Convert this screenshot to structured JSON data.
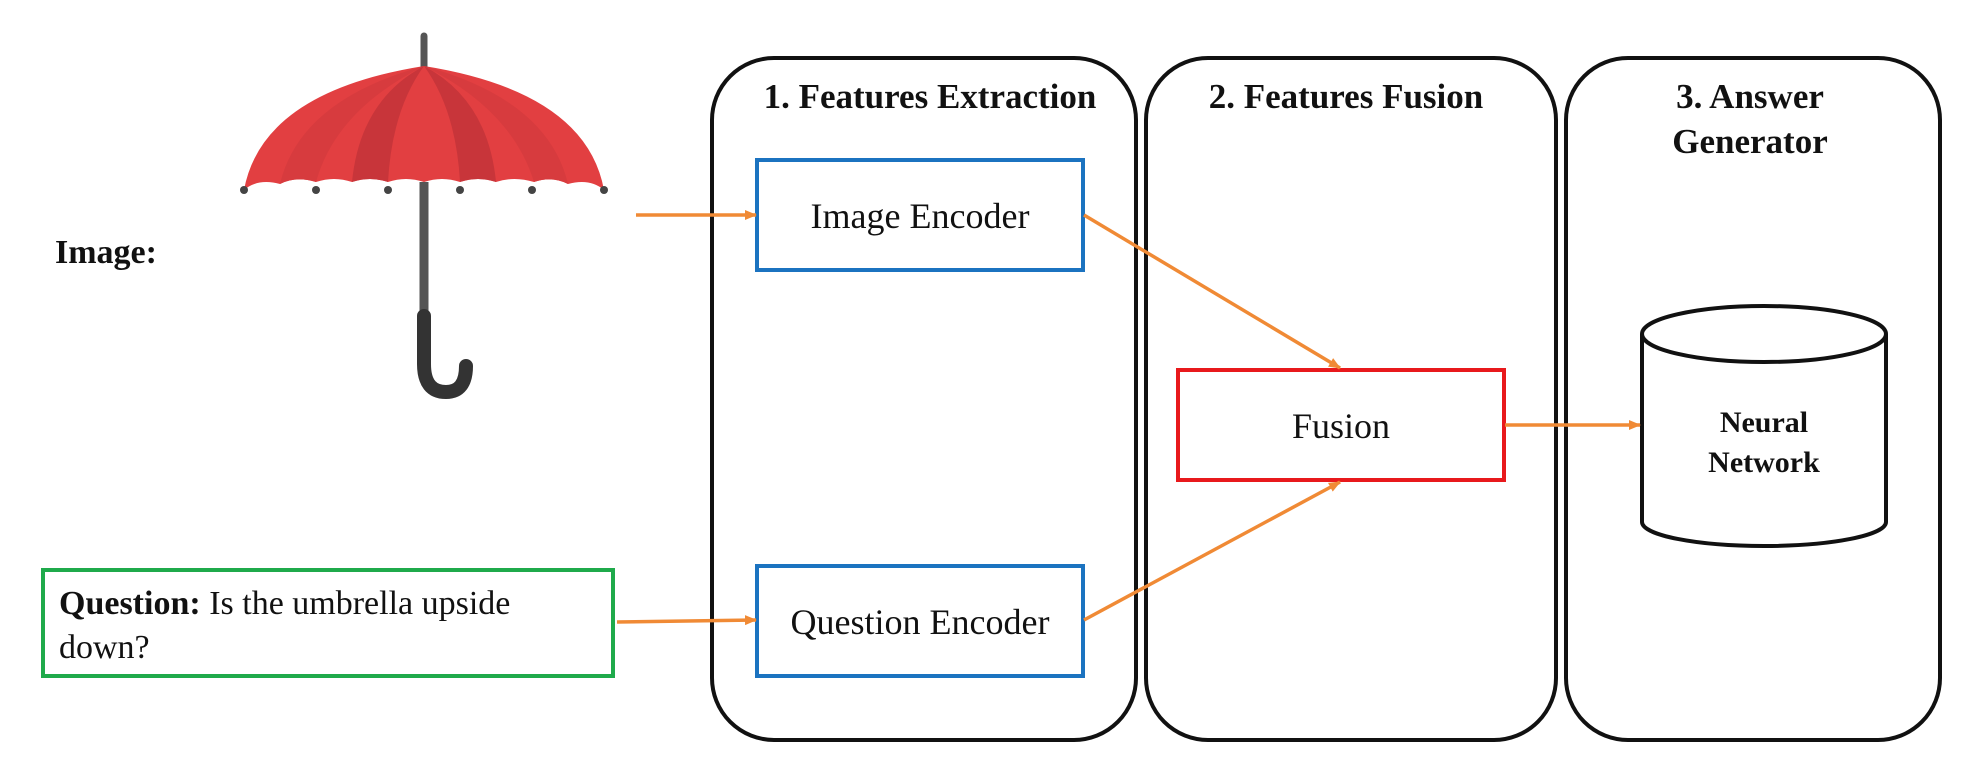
{
  "stages": [
    {
      "id": "features-extraction",
      "title_lines": [
        "1. Features Extraction"
      ]
    },
    {
      "id": "features-fusion",
      "title_lines": [
        "2. Features Fusion"
      ]
    },
    {
      "id": "answer-generator",
      "title_lines": [
        "3. Answer",
        "Generator"
      ]
    }
  ],
  "image_label": "Image:",
  "question": {
    "prefix": "Question:",
    "text": " Is the umbrella upside down?"
  },
  "encoders": {
    "image": "Image Encoder",
    "question": "Question Encoder"
  },
  "fusion_label": "Fusion",
  "neural_network_lines": [
    "Neural",
    "Network"
  ],
  "colors": {
    "encoder_border": "#1b73c0",
    "fusion_border": "#e8191c",
    "question_border": "#1faa4b",
    "arrow": "#f08a35",
    "umbrella_canopy": "#e23f41",
    "umbrella_canopy_dark": "#c8353a",
    "umbrella_shaft": "#555555"
  },
  "icons": {
    "image_input": "umbrella-icon"
  }
}
